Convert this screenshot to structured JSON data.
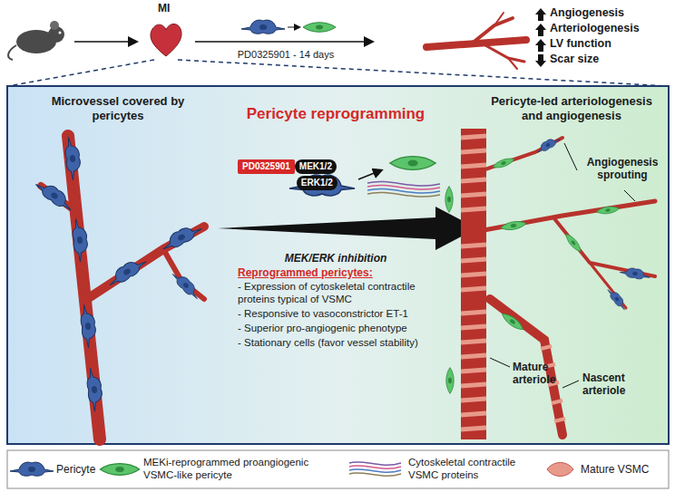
{
  "diagram": {
    "nodes": [
      {
        "text": [
          "PD0325901"
        ]
      },
      {
        "text": [
          "MEK1/2"
        ]
      },
      {
        "text": [
          "ERK1/2"
        ]
      }
    ],
    "labels": [
      "MI",
      "PD0325901 - 14 days",
      "Angiogenesis",
      "Arteriologenesis",
      "LV function",
      "Scar size",
      "Microvessel covered by pericytes",
      "Pericyte reprogramming",
      "MEK/ERK inhibition",
      "Reprogrammed pericytes:",
      "- Expression of cytoskeletal contractile proteins typical of VSMC",
      "- Responsive to vasoconstrictor ET-1",
      "- Superior pro-angiogenic phenotype",
      "- Stationary cells (favor vessel stability)",
      "Pericyte-led arteriologenesis and angiogenesis",
      "Angiogenesis sprouting",
      "Mature arteriole",
      "Nascent arteriole"
    ],
    "legend": [
      {
        "text": "Pericyte"
      },
      {
        "text": "MEKi-reprogrammed proangiogenic VSMC-like pericyte"
      },
      {
        "text": "Cytoskeletal contractile VSMC proteins"
      },
      {
        "text": "Mature VSMC"
      }
    ]
  }
}
